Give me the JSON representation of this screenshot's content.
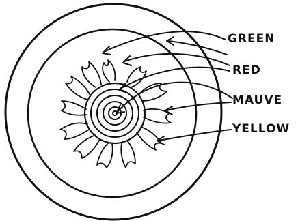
{
  "labels": {
    "green": "GREEN",
    "red": "RED",
    "mauve": "MAUVE",
    "yellow": "YELLOW"
  },
  "colors": {
    "ink": "#111111",
    "background": "#ffffff"
  }
}
